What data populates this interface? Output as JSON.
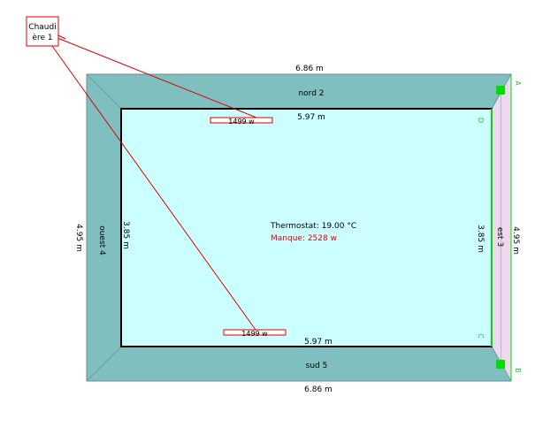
{
  "boiler": {
    "label_line1": "Chaudi",
    "label_line2": "ère 1"
  },
  "room": {
    "thermostat": "Thermostat: 19.00 °C",
    "shortfall": "Manque: 2528 w",
    "inner_top_dim": "5.97 m",
    "inner_bottom_dim": "5.97 m",
    "inner_left_dim": "3.85 m",
    "inner_right_dim": "3.85 m"
  },
  "walls": {
    "north": "nord 2",
    "south": "sud 5",
    "west": "ouest 4",
    "east": "est 3"
  },
  "dims": {
    "outer_top": "6.86 m",
    "outer_bottom": "6.86 m",
    "outer_left": "4.95 m",
    "outer_right": "4.95 m"
  },
  "radiators": [
    {
      "power": "1499 w"
    },
    {
      "power": "1499 w"
    }
  ],
  "corner_letters": {
    "a": "A",
    "b": "B",
    "c": "C",
    "d": "D"
  },
  "colors": {
    "wall_fill": "#80bfbf",
    "room_fill": "#ccffff",
    "east_wall_fill": "#f0d8ee",
    "selection_green": "#00dd00",
    "link_red": "#dd0000"
  }
}
